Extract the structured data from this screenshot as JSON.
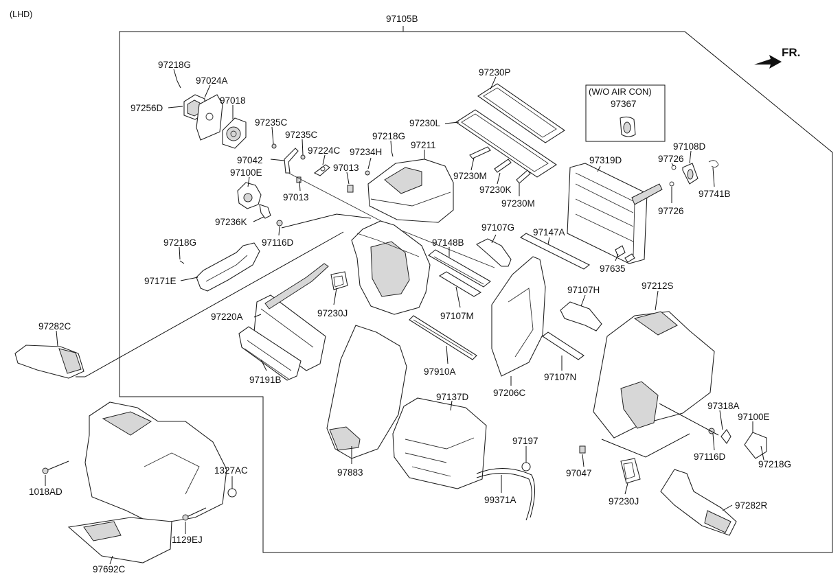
{
  "header": {
    "variant": "(LHD)",
    "assembly": "97105B",
    "direction": "FR."
  },
  "note_box": {
    "title": "(W/O AIR CON)",
    "part": "97367"
  },
  "labels": {
    "p97218G_a": "97218G",
    "p97024A": "97024A",
    "p97256D": "97256D",
    "p97018": "97018",
    "p97235C_a": "97235C",
    "p97235C_b": "97235C",
    "p97224C": "97224C",
    "p97042": "97042",
    "p97100E_a": "97100E",
    "p97013_a": "97013",
    "p97013_b": "97013",
    "p97236K": "97236K",
    "p97116D_a": "97116D",
    "p97218G_b": "97218G",
    "p97171E": "97171E",
    "p97282C": "97282C",
    "p97218G_c": "97218G",
    "p97234H": "97234H",
    "p97211": "97211",
    "p97230P": "97230P",
    "p97230L": "97230L",
    "p97230M_a": "97230M",
    "p97230K": "97230K",
    "p97230M_b": "97230M",
    "p97319D": "97319D",
    "p97108D": "97108D",
    "p97726_a": "97726",
    "p97726_b": "97726",
    "p97741B": "97741B",
    "p97635": "97635",
    "p97107G": "97107G",
    "p97147A": "97147A",
    "p97148B": "97148B",
    "p97107M": "97107M",
    "p97230J_a": "97230J",
    "p97220A": "97220A",
    "p97191B": "97191B",
    "p97910A": "97910A",
    "p97206C": "97206C",
    "p97107H": "97107H",
    "p97107N": "97107N",
    "p97212S": "97212S",
    "p97137D": "97137D",
    "p97883": "97883",
    "p97197": "97197",
    "p99371A": "99371A",
    "p97318A": "97318A",
    "p97100E_b": "97100E",
    "p97116D_b": "97116D",
    "p97218G_d": "97218G",
    "p97047": "97047",
    "p97230J_b": "97230J",
    "p97282R": "97282R",
    "p1327AC": "1327AC",
    "p1018AD": "1018AD",
    "p1129EJ": "1129EJ",
    "p97692C": "97692C"
  }
}
